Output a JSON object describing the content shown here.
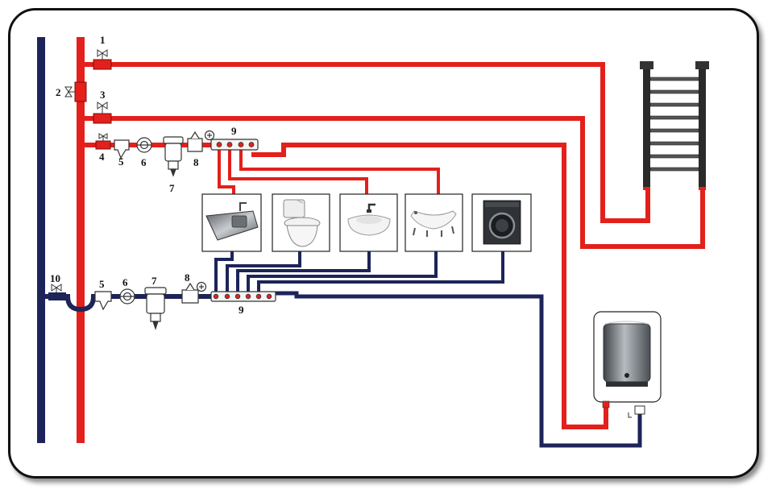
{
  "labels": {
    "l1": "1",
    "l2": "2",
    "l3": "3",
    "l4": "4",
    "l5_hot": "5",
    "l6_hot": "6",
    "l7_hot": "7",
    "l8_hot": "8",
    "l9_hot": "9",
    "l10": "10",
    "l5_cold": "5",
    "l6_cold": "6",
    "l7_cold": "7",
    "l8_cold": "8",
    "l9_cold": "9"
  },
  "fixtures": [
    "kitchen-sink",
    "toilet",
    "washbasin",
    "bathtub",
    "washing-machine"
  ],
  "colors": {
    "hot_pipe": "#e3201b",
    "cold_pipe": "#1c2459",
    "frame": "#111111",
    "heater_tank": "#8a8f95"
  }
}
